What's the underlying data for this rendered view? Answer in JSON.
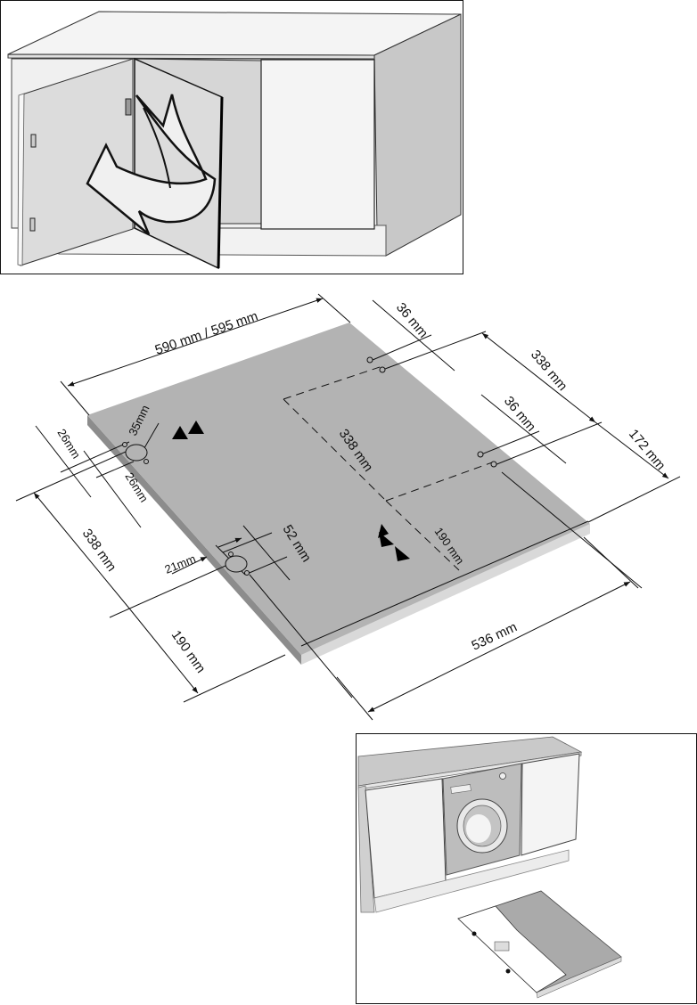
{
  "figures": {
    "cabinet_open_door": {
      "caption": "",
      "description": "Kitchen cabinet with left door being opened / removed, curved arrow indicating motion"
    },
    "mounting_plate": {
      "description": "Isometric drawing of door mounting plate with dimensions",
      "dimensions": {
        "width_top": "590 mm / 595 mm",
        "depth_bottom": "536 mm",
        "hinge_offset_top": "36 mm",
        "hinge_spacing_right": "338 mm",
        "hinge_offset_right": "36 mm",
        "edge_right": "172 mm",
        "center_338": "338 mm",
        "center_190": "190 mm",
        "left_26_a": "26mm",
        "left_26_b": "26mm",
        "hole_35": "35mm",
        "left_338": "338 mm",
        "left_190": "190 mm",
        "hole_52": "52 mm",
        "hole_21": "21mm"
      },
      "colors": {
        "plate_top": "#b3b3b3",
        "plate_edge_dark": "#8c8c8c",
        "plate_edge_light": "#d9d9d9",
        "lines": "#111111"
      }
    },
    "machine_installed": {
      "description": "Washing machine built into cabinet with door panel and template on floor"
    }
  }
}
